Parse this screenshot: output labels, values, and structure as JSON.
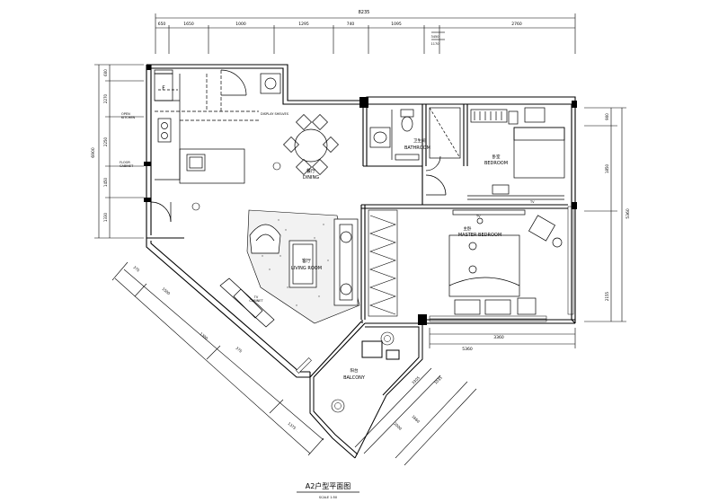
{
  "dims": {
    "overall": "8235",
    "top": [
      "650",
      "1650",
      "1000",
      "1295",
      "740",
      "1095",
      "2760"
    ],
    "top_inner": [
      "3450",
      "1170"
    ],
    "left": [
      "600",
      "2270",
      "2250",
      "1450",
      "1330"
    ],
    "left_total": "6900",
    "right": [
      "900",
      "1850",
      "2155"
    ],
    "right_total": "5360",
    "bottom_mid": "3360",
    "bottom_right": "5360",
    "diag_outer": [
      "375",
      "1500",
      "1300",
      "375",
      "1375"
    ],
    "diag_balcony": [
      "3305",
      "1035",
      "2000",
      "1660"
    ]
  },
  "rooms": {
    "kitchen_fridge": "F",
    "open_kitchen": "OPEN\nKITCHEN",
    "storage": "FLOOR\nCABINET",
    "display_shelves": "DISPLAY SHELVES",
    "dining": "DINING",
    "dining_cn": "餐厅",
    "living": "LIVING ROOM",
    "living_cn": "客厅",
    "tv_cabinet": "TV\nCABINET",
    "bathroom": "BATHROOM",
    "bathroom_cn": "卫生间",
    "bedroom": "BEDROOM",
    "bedroom_cn": "卧室",
    "master": "MASTER BEDROOM",
    "master_cn": "主卧",
    "tv1": "TV",
    "tv2": "TV",
    "balcony": "BALCONY",
    "balcony_cn": "阳台"
  },
  "title": "A2户型平面图",
  "scale": "SCALE 1:50"
}
